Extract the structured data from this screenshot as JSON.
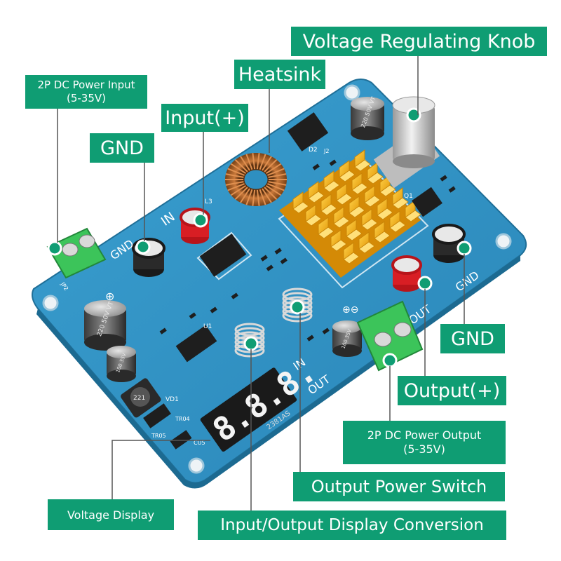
{
  "callouts": {
    "voltage_knob": "Voltage Regulating Knob",
    "heatsink": "Heatsink",
    "input_plus": "Input(+)",
    "power_input_line1": "2P DC Power Input",
    "power_input_line2": "(5-35V)",
    "gnd_input": "GND",
    "gnd_output": "GND",
    "output_plus": "Output(+)",
    "power_output_line1": "2P DC Power Output",
    "power_output_line2": "(5-35V)",
    "output_switch": "Output Power Switch",
    "voltage_display": "Voltage Display",
    "display_conversion": "Input/Output Display Conversion"
  },
  "board": {
    "label_in": "IN",
    "label_gnd_left": "GND",
    "label_out": "OUT",
    "label_gnd_right": "GND",
    "label_in_small": "IN",
    "label_out_small": "OUT",
    "display_digits": "8.8.8.",
    "display_model": "2381AS",
    "cap1_text": "220 50V VT",
    "cap2_text": "220 50V VT",
    "cap3_text": "100 35V",
    "cap4_text": "100 35V",
    "inductor_text": "221",
    "ref_l3": "L3",
    "ref_d2": "D2",
    "ref_q1": "Q1",
    "ref_u1": "U1",
    "ref_vd1": "VD1",
    "ref_cu5": "CU5",
    "ref_jp2": "JP2",
    "ref_j2": "J2",
    "ref_tr05": "TR05",
    "ref_tr04": "TR04"
  },
  "colors": {
    "callout": "#0f9d73",
    "pcb": "#2e8fc0",
    "heatsink": "#f5b418",
    "terminal": "#3cc45a",
    "knob": "#c9c9c9",
    "display": "#1a1a1a",
    "segment": "#f4f4f4"
  }
}
